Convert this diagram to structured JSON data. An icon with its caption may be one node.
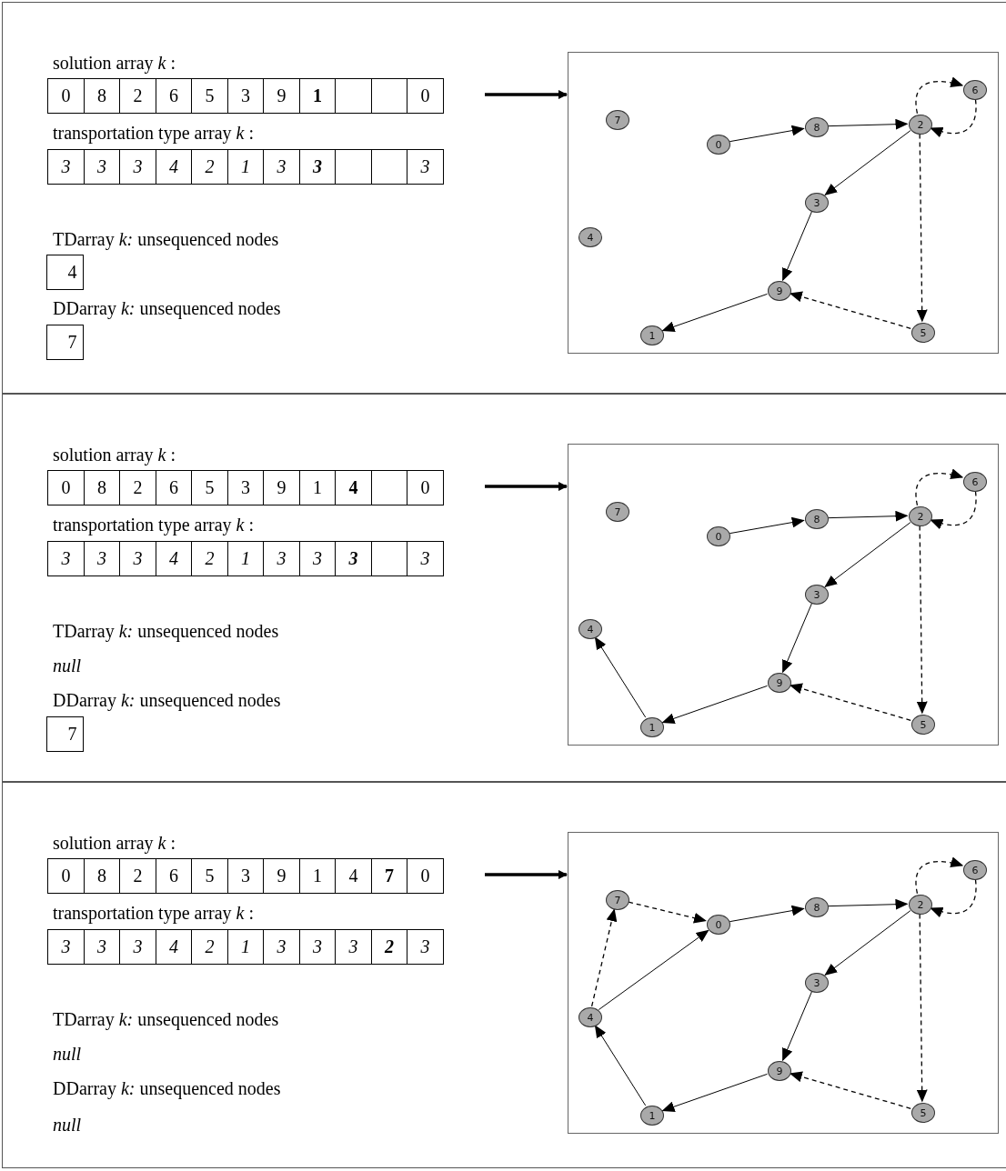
{
  "diagram": {
    "nodes": [
      {
        "text": [],
        "shape": "box"
      },
      {
        "text": [
          "6"
        ],
        "in": 0
      },
      {
        "text": [
          "7"
        ],
        "in": 0
      },
      {
        "text": [
          "8"
        ],
        "in": 0
      },
      {
        "text": [
          "2"
        ],
        "in": 0
      },
      {
        "text": [
          "0"
        ],
        "in": 0
      },
      {
        "text": [
          "3"
        ],
        "in": 0
      },
      {
        "text": [
          "4"
        ],
        "in": 0
      },
      {
        "text": [
          "9"
        ],
        "in": 0
      },
      {
        "text": [
          "5"
        ],
        "in": 0
      },
      {
        "text": [
          "1"
        ],
        "in": 0
      },
      {
        "text": [],
        "shape": "box"
      },
      {
        "text": [
          "6"
        ],
        "in": 11
      },
      {
        "text": [
          "7"
        ],
        "in": 11
      },
      {
        "text": [
          "8"
        ],
        "in": 11
      },
      {
        "text": [
          "2"
        ],
        "in": 11
      },
      {
        "text": [
          "0"
        ],
        "in": 11
      },
      {
        "text": [
          "3"
        ],
        "in": 11
      },
      {
        "text": [
          "4"
        ],
        "in": 11
      },
      {
        "text": [
          "9"
        ],
        "in": 11
      },
      {
        "text": [
          "5"
        ],
        "in": 11
      },
      {
        "text": [
          "1"
        ],
        "in": 11
      },
      {
        "text": [],
        "shape": "box"
      },
      {
        "text": [
          "6"
        ],
        "in": 22
      },
      {
        "text": [
          "7"
        ],
        "in": 22
      },
      {
        "text": [
          "8"
        ],
        "in": 22
      },
      {
        "text": [
          "2"
        ],
        "in": 22
      },
      {
        "text": [
          "0"
        ],
        "in": 22
      },
      {
        "text": [
          "3"
        ],
        "in": 22
      },
      {
        "text": [
          "4"
        ],
        "in": 22
      },
      {
        "text": [
          "9"
        ],
        "in": 22
      },
      {
        "text": [
          "5"
        ],
        "in": 22
      },
      {
        "text": [
          "1"
        ],
        "in": 22
      }
    ],
    "edges": [
      {
        "from": null,
        "to": 0,
        "arrow": "to",
        "style": "thick"
      },
      {
        "from": 5,
        "to": 3,
        "arrow": "to"
      },
      {
        "from": 3,
        "to": 4,
        "arrow": "to"
      },
      {
        "from": 4,
        "to": 6,
        "arrow": "to"
      },
      {
        "from": 6,
        "to": 8,
        "arrow": "to"
      },
      {
        "from": 8,
        "to": 10,
        "arrow": "to"
      },
      {
        "from": 4,
        "to": 9,
        "arrow": "to",
        "style": "dashed"
      },
      {
        "from": 9,
        "to": 8,
        "arrow": "to",
        "style": "dashed"
      },
      {
        "from": 4,
        "to": 1,
        "arrow": "to",
        "style": "dashed"
      },
      {
        "from": 1,
        "to": 4,
        "arrow": "to",
        "style": "dashed"
      },
      {
        "from": null,
        "to": 11,
        "arrow": "to",
        "style": "thick"
      },
      {
        "from": 16,
        "to": 14,
        "arrow": "to"
      },
      {
        "from": 14,
        "to": 15,
        "arrow": "to"
      },
      {
        "from": 15,
        "to": 17,
        "arrow": "to"
      },
      {
        "from": 17,
        "to": 19,
        "arrow": "to"
      },
      {
        "from": 19,
        "to": 21,
        "arrow": "to"
      },
      {
        "from": 15,
        "to": 20,
        "arrow": "to",
        "style": "dashed"
      },
      {
        "from": 20,
        "to": 19,
        "arrow": "to",
        "style": "dashed"
      },
      {
        "from": 15,
        "to": 12,
        "arrow": "to",
        "style": "dashed"
      },
      {
        "from": 12,
        "to": 15,
        "arrow": "to",
        "style": "dashed"
      },
      {
        "from": 21,
        "to": 18,
        "arrow": "to"
      },
      {
        "from": null,
        "to": 22,
        "arrow": "to",
        "style": "thick"
      },
      {
        "from": 27,
        "to": 25,
        "arrow": "to"
      },
      {
        "from": 25,
        "to": 26,
        "arrow": "to"
      },
      {
        "from": 26,
        "to": 28,
        "arrow": "to"
      },
      {
        "from": 28,
        "to": 30,
        "arrow": "to"
      },
      {
        "from": 30,
        "to": 32,
        "arrow": "to"
      },
      {
        "from": 26,
        "to": 31,
        "arrow": "to",
        "style": "dashed"
      },
      {
        "from": 31,
        "to": 30,
        "arrow": "to",
        "style": "dashed"
      },
      {
        "from": 26,
        "to": 23,
        "arrow": "to",
        "style": "dashed"
      },
      {
        "from": 23,
        "to": 26,
        "arrow": "to",
        "style": "dashed"
      },
      {
        "from": 32,
        "to": 29,
        "arrow": "to"
      },
      {
        "from": 29,
        "to": 27,
        "arrow": "to"
      },
      {
        "from": 29,
        "to": 24,
        "arrow": "to",
        "style": "dashed"
      },
      {
        "from": 24,
        "to": 27,
        "arrow": "to",
        "style": "dashed"
      }
    ],
    "labels": [
      "solution array *k* :",
      "0",
      "8",
      "2",
      "6",
      "5",
      "3",
      "9",
      "1",
      "0",
      "transportation type array *k* :",
      "3",
      "3",
      "3",
      "4",
      "2",
      "1",
      "3",
      "3",
      "3",
      "TDarray *k:* unsequenced nodes",
      "4",
      "DDarray *k:* unsequenced nodes",
      "7",
      "solution array *k* :",
      "0",
      "8",
      "2",
      "6",
      "5",
      "3",
      "9",
      "1",
      "4",
      "0",
      "transportation type array *k* :",
      "3",
      "3",
      "3",
      "4",
      "2",
      "1",
      "3",
      "3",
      "3",
      "3",
      "TDarray *k:* unsequenced nodes",
      "null",
      "DDarray *k:* unsequenced nodes",
      "7",
      "solution array *k* :",
      "0",
      "8",
      "2",
      "6",
      "5",
      "3",
      "9",
      "1",
      "4",
      "7",
      "0",
      "transportation type array *k* :",
      "3",
      "3",
      "3",
      "4",
      "2",
      "1",
      "3",
      "3",
      "3",
      "2",
      "3",
      "TDarray *k:* unsequenced nodes",
      "null",
      "DDarray *k:* unsequenced nodes",
      "null"
    ]
  }
}
